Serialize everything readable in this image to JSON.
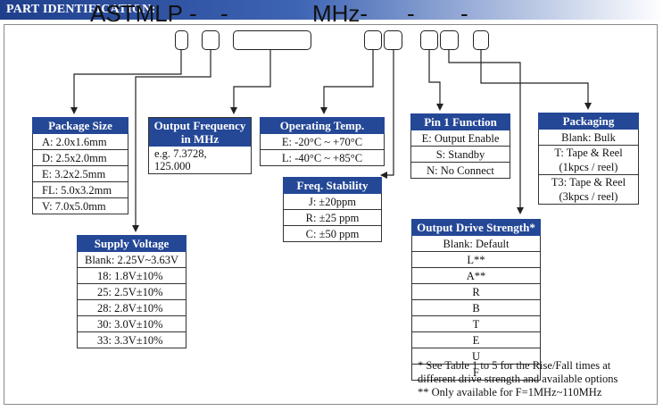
{
  "header": {
    "title": "PART IDENTIFICATION:"
  },
  "part_number": {
    "prefix": "ASTMLP",
    "sep1": "-",
    "sep2": "-",
    "unit": "MHz-",
    "sep3": "-",
    "sep4": "-"
  },
  "package_size": {
    "title": "Package Size",
    "rows": [
      "A: 2.0x1.6mm",
      "D: 2.5x2.0mm",
      "E: 3.2x2.5mm",
      "FL: 5.0x3.2mm",
      "V: 7.0x5.0mm"
    ]
  },
  "supply_voltage": {
    "title": "Supply Voltage",
    "rows": [
      "Blank: 2.25V~3.63V",
      "18:  1.8V±10%",
      "25:  2.5V±10%",
      "28:  2.8V±10%",
      "30:  3.0V±10%",
      "33:  3.3V±10%"
    ]
  },
  "output_frequency": {
    "title_line1": "Output Frequency",
    "title_line2": "in MHz",
    "body_line1": "e.g. 7.3728,",
    "body_line2": "125.000"
  },
  "operating_temp": {
    "title": "Operating Temp.",
    "rows": [
      "E: -20°C ~ +70°C",
      "L: -40°C ~ +85°C"
    ]
  },
  "freq_stability": {
    "title": "Freq. Stability",
    "rows": [
      "J: ±20ppm",
      "R: ±25 ppm",
      "C: ±50 ppm"
    ]
  },
  "pin1_function": {
    "title": "Pin 1 Function",
    "rows": [
      "E: Output Enable",
      "S: Standby",
      "N: No Connect"
    ]
  },
  "packaging": {
    "title": "Packaging",
    "rows": [
      "Blank: Bulk",
      "T:  Tape & Reel",
      "(1kpcs / reel)",
      "T3:  Tape & Reel",
      "(3kpcs / reel)"
    ]
  },
  "output_drive": {
    "title": "Output Drive Strength*",
    "rows": [
      "Blank: Default",
      "L**",
      "A**",
      "R",
      "B",
      "T",
      "E",
      "U",
      "F"
    ]
  },
  "notes": [
    "* See Table 1 to 5 for the Rise/Fall times at",
    "different drive strength and available options",
    "** Only available for F=1MHz~110MHz"
  ],
  "colors": {
    "header_dark": "#1f3f8c",
    "table_header": "#244796"
  }
}
